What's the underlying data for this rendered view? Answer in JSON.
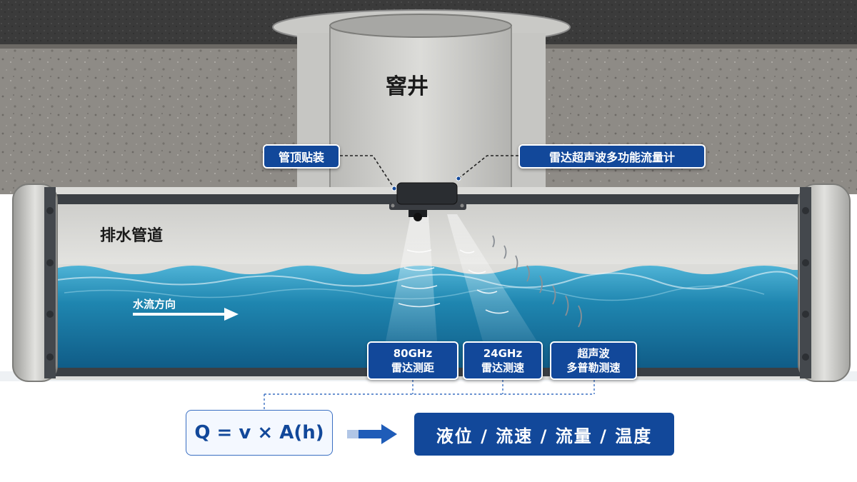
{
  "title": "窨井",
  "pipe_label": "排水管道",
  "flow_direction": "水流方向",
  "callouts": {
    "mounting": "管顶贴装",
    "device": "雷达超声波多功能流量计"
  },
  "sensors": [
    {
      "line1": "80GHz",
      "line2": "雷达测距"
    },
    {
      "line1": "24GHz",
      "line2": "雷达测速"
    },
    {
      "line1": "超声波",
      "line2": "多普勒测速"
    }
  ],
  "formula": "Q = v × A(h)",
  "outputs": "液位 / 流速 / 流量 / 温度",
  "colors": {
    "accent": "#12489a",
    "water": "#1b7fa8",
    "concrete": "#8f8c87",
    "asphalt": "#3a3a3a"
  }
}
